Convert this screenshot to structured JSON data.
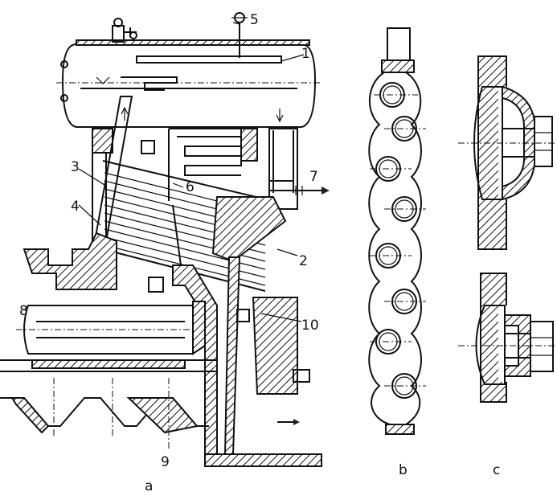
{
  "figure": {
    "callouts": {
      "c1": "1",
      "c2": "2",
      "c3": "3",
      "c4": "4",
      "c5": "5",
      "c6": "6",
      "c7": "7",
      "c8": "8",
      "c9": "9",
      "c10": "10"
    },
    "captions": {
      "a": "a",
      "b": "b",
      "c": "c"
    }
  }
}
